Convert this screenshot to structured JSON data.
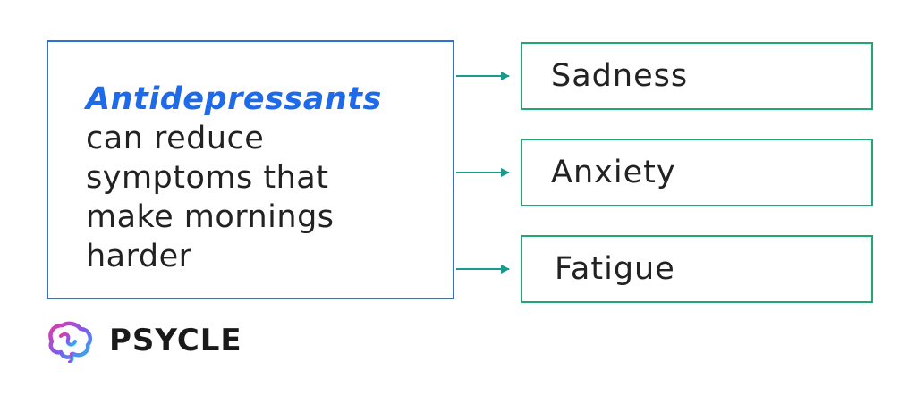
{
  "main": {
    "headline": "Antidepressants",
    "body": "can reduce\nsymptoms that\nmake mornings\nharder"
  },
  "symptoms": [
    {
      "label": "Sadness"
    },
    {
      "label": "Anxiety"
    },
    {
      "label": "Fatigue"
    }
  ],
  "brand": {
    "name": "PSYCLE",
    "logo_icon": "brain-icon"
  },
  "colors": {
    "main_border": "#2f6fd6",
    "headline": "#1f6ae8",
    "symptom_border": "#1fa971",
    "arrow": "#1a9a8a"
  }
}
